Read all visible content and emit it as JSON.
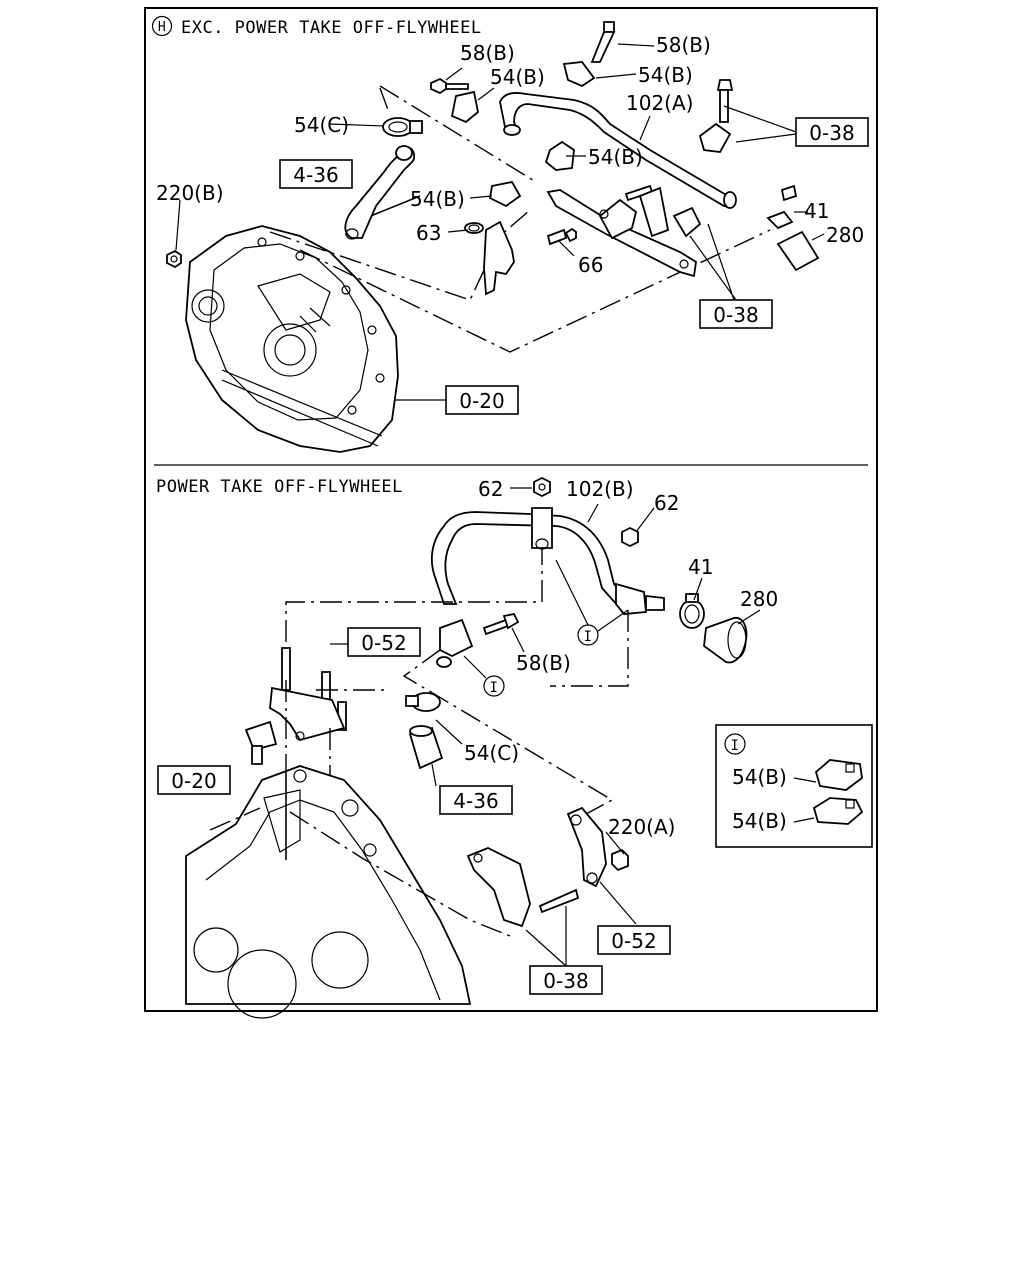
{
  "sections": {
    "top": {
      "badge": "H",
      "title": "EXC. POWER TAKE OFF-FLYWHEEL"
    },
    "bottom": {
      "title": "POWER TAKE OFF-FLYWHEEL"
    }
  },
  "callouts_top": {
    "p58b_a": "58(B)",
    "p58b_b": "58(B)",
    "p54b_a": "54(B)",
    "p54b_b": "54(B)",
    "p54b_c": "54(B)",
    "p54b_d": "54(B)",
    "p102a": "102(A)",
    "p54c": "54(C)",
    "p220b": "220(B)",
    "p63": "63",
    "p66": "66",
    "p41": "41",
    "p280": "280"
  },
  "refboxes_top": {
    "r436": "4-36",
    "r038_a": "0-38",
    "r038_b": "0-38",
    "r020": "0-20"
  },
  "callouts_bottom": {
    "p62_a": "62",
    "p102b": "102(B)",
    "p62_b": "62",
    "p41": "41",
    "p280": "280",
    "p58b": "58(B)",
    "p54c": "54(C)",
    "p220a": "220(A)"
  },
  "refboxes_bottom": {
    "r052_a": "0-52",
    "r020": "0-20",
    "r436": "4-36",
    "r052_b": "0-52",
    "r038": "0-38"
  },
  "markers": {
    "i1": "I",
    "i2": "I"
  },
  "detail": {
    "badge": "I",
    "p54b_a": "54(B)",
    "p54b_b": "54(B)"
  }
}
